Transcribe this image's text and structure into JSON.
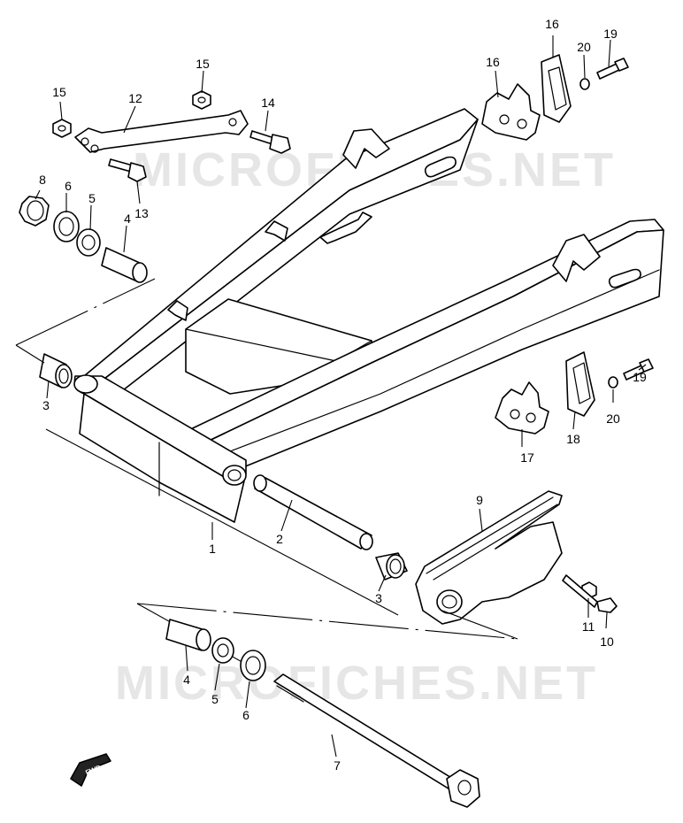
{
  "watermark": {
    "text_top": "MICROFICHES.NET",
    "text_bottom": "MICROFICHES.NET",
    "color": "#e6e6e6"
  },
  "fwd_badge": {
    "text": "FWD"
  },
  "callouts": [
    {
      "id": "c1",
      "text": "1"
    },
    {
      "id": "c2",
      "text": "2"
    },
    {
      "id": "c3a",
      "text": "3"
    },
    {
      "id": "c3b",
      "text": "3"
    },
    {
      "id": "c4a",
      "text": "4"
    },
    {
      "id": "c4b",
      "text": "4"
    },
    {
      "id": "c5a",
      "text": "5"
    },
    {
      "id": "c5b",
      "text": "5"
    },
    {
      "id": "c6a",
      "text": "6"
    },
    {
      "id": "c6b",
      "text": "6"
    },
    {
      "id": "c7",
      "text": "7"
    },
    {
      "id": "c8",
      "text": "8"
    },
    {
      "id": "c9",
      "text": "9"
    },
    {
      "id": "c10",
      "text": "10"
    },
    {
      "id": "c11",
      "text": "11"
    },
    {
      "id": "c12",
      "text": "12"
    },
    {
      "id": "c13",
      "text": "13"
    },
    {
      "id": "c14",
      "text": "14"
    },
    {
      "id": "c15a",
      "text": "15"
    },
    {
      "id": "c15b",
      "text": "15"
    },
    {
      "id": "c16a",
      "text": "16"
    },
    {
      "id": "c16b",
      "text": "16"
    },
    {
      "id": "c17",
      "text": "17"
    },
    {
      "id": "c18",
      "text": "18"
    },
    {
      "id": "c19a",
      "text": "19"
    },
    {
      "id": "c19b",
      "text": "19"
    },
    {
      "id": "c20a",
      "text": "20"
    },
    {
      "id": "c20b",
      "text": "20"
    }
  ]
}
